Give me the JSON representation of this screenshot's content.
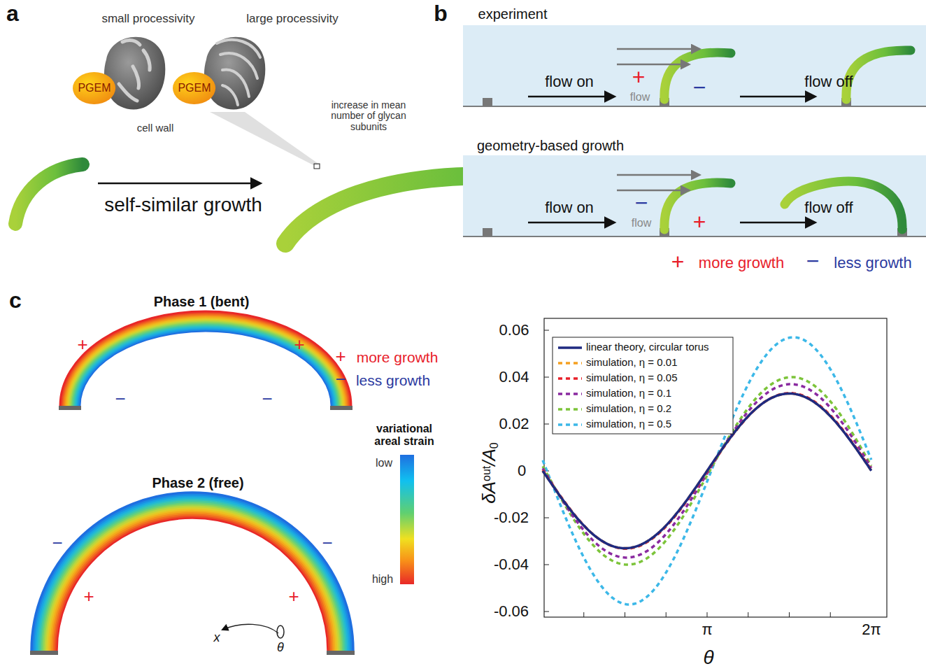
{
  "diagram": {
    "nodes": [
      {
        "text": [
          "PGEM"
        ]
      },
      {
        "text": [
          "PGEM"
        ]
      }
    ],
    "labels": [
      "a",
      "small processivity",
      "large processivity",
      "cell wall",
      "increase in mean number of glycan subunits",
      "self-similar growth",
      "b",
      "experiment",
      "flow on",
      "+",
      "flow",
      "−",
      "flow off",
      "geometry-based growth",
      "flow on",
      "−",
      "flow",
      "+",
      "flow off",
      "+",
      "more growth",
      "−",
      "less growth",
      "c",
      "Phase 1 (bent)",
      "+",
      "+",
      "−",
      "−",
      "+",
      "more growth",
      "−",
      "less growth",
      "variational areal strain",
      "low",
      "high",
      "Phase 2 (free)",
      "−",
      "−",
      "+",
      "+",
      "x",
      "θ",
      "0.06",
      "0.04",
      "0.02",
      "0",
      "-0.02",
      "-0.04",
      "-0.06",
      "π",
      "2π",
      "θ",
      "δA",
      "out",
      "/A",
      "0"
    ],
    "legend": [
      {
        "text": "linear theory, circular torus"
      },
      {
        "text": "simulation, η = 0.01"
      },
      {
        "text": "simulation, η = 0.05"
      },
      {
        "text": "simulation, η = 0.1"
      },
      {
        "text": "simulation, η = 0.2"
      },
      {
        "text": "simulation, η = 0.5"
      }
    ]
  }
}
